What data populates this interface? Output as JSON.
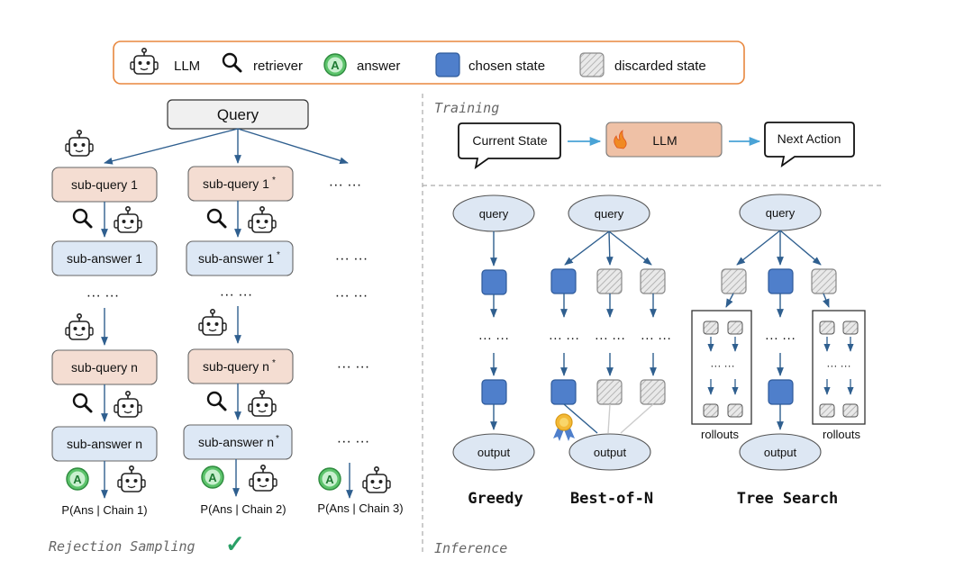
{
  "legend": {
    "llm": "LLM",
    "retriever": "retriever",
    "answer": "answer",
    "chosen": "chosen state",
    "discarded": "discarded state"
  },
  "left": {
    "query": "Query",
    "chain1": {
      "subquery1": "sub-query 1",
      "subanswer1": "sub-answer 1",
      "subqueryn": "sub-query n",
      "subanswern": "sub-answer n",
      "prob": "P(Ans | Chain 1)"
    },
    "chain2": {
      "subquery1": "sub-query 1",
      "subanswer1": "sub-answer 1",
      "subqueryn": "sub-query n",
      "subanswern": "sub-answer n",
      "prob": "P(Ans | Chain 2)",
      "star": "*"
    },
    "chain3": {
      "prob": "P(Ans | Chain 3)"
    },
    "ellipsis": "··· ···",
    "answer_glyph": "A",
    "caption": "Rejection Sampling",
    "check": "✓"
  },
  "training": {
    "label": "Training",
    "current_state": "Current State",
    "llm": "LLM",
    "next_action": "Next Action"
  },
  "inference": {
    "label": "Inference",
    "query": "query",
    "output": "output",
    "rollouts": "rollouts",
    "greedy": "Greedy",
    "best_of_n": "Best-of-N",
    "tree_search": "Tree Search",
    "ellipsis": "··· ···"
  },
  "colors": {
    "chosen": "#4f7fcb",
    "query_box": "#f4ddd2",
    "answer_box": "#dde8f5",
    "arrow": "#2f5f8f",
    "ellipse": "#dde7f3",
    "llm_box": "#efc1a6",
    "legend_border": "#e8873e",
    "check": "#2aa067"
  }
}
